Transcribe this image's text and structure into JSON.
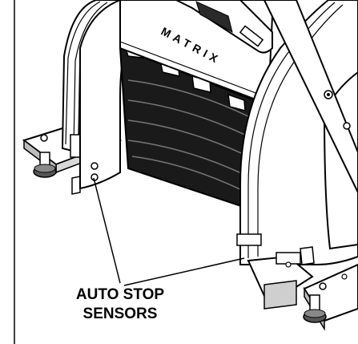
{
  "diagram": {
    "brand_label": "MATRIX",
    "callout": {
      "line1": "AUTO STOP",
      "line2": "SENSORS"
    },
    "colors": {
      "outline": "#000000",
      "fill": "#ffffff",
      "shadow": "#1a1a1a",
      "panel_gray": "#cfcfcf"
    }
  }
}
